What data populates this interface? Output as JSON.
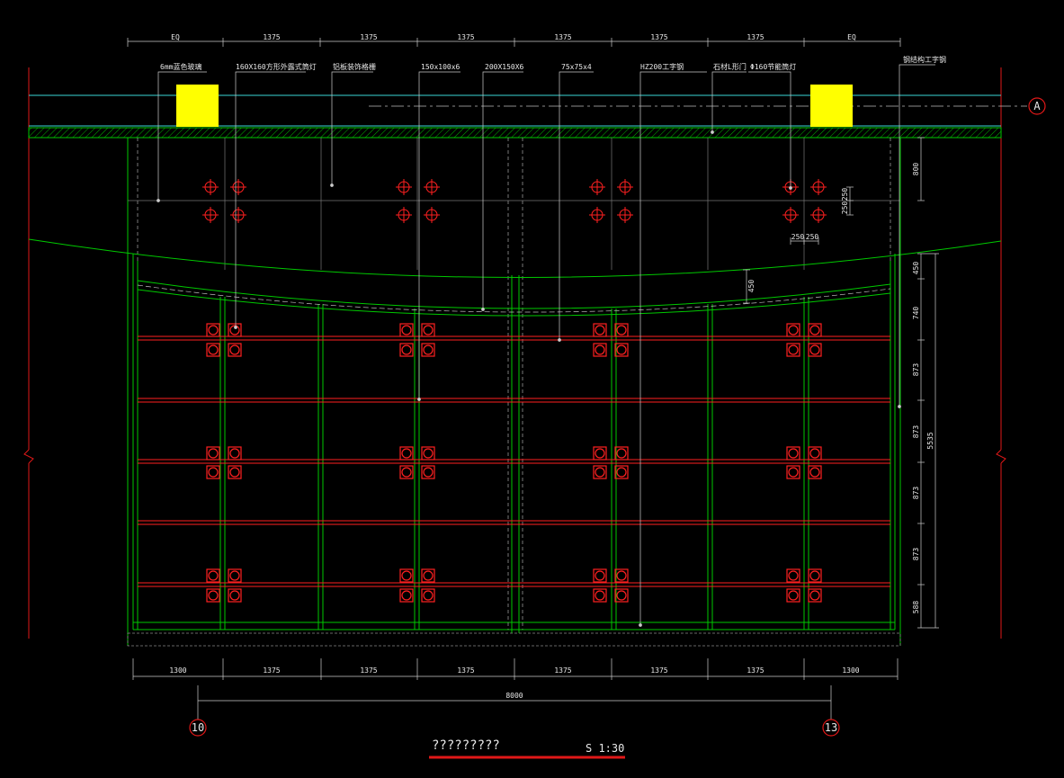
{
  "drawing": {
    "title": "?????????",
    "scale": "S 1:30",
    "top_dims": [
      "EQ",
      "1375",
      "1375",
      "1375",
      "1375",
      "1375",
      "1375",
      "EQ"
    ],
    "bottom_dims": [
      "1300",
      "1375",
      "1375",
      "1375",
      "1375",
      "1375",
      "1375",
      "1300"
    ],
    "overall_dim": "8000",
    "right_dims": [
      "450",
      "740",
      "873",
      "873",
      "873",
      "873",
      "588"
    ],
    "right_total": "5535",
    "upper_right_dim": "800",
    "hole_dims_vertical": [
      "250",
      "250"
    ],
    "hole_dims_horizontal": [
      "250",
      "250"
    ],
    "curve_dim": "450",
    "axis_left": "10",
    "axis_right": "13",
    "axis_top_right": "A",
    "callouts": [
      "6mm蓝色玻璃",
      "160X160方形外露式筒灯",
      "铝板装饰格栅",
      "150x100x6",
      "200X150X6",
      "75x75x4",
      "HZ200工字钢",
      "石材L形门",
      "Φ160节能筒灯",
      "钢结构工字钢"
    ]
  },
  "colors": {
    "background": "#000000",
    "structure": "#00c800",
    "rail": "#ff2020",
    "dimension": "#e8e8e8",
    "highlight": "#ffff00",
    "gridline": "#3ad6d6"
  }
}
